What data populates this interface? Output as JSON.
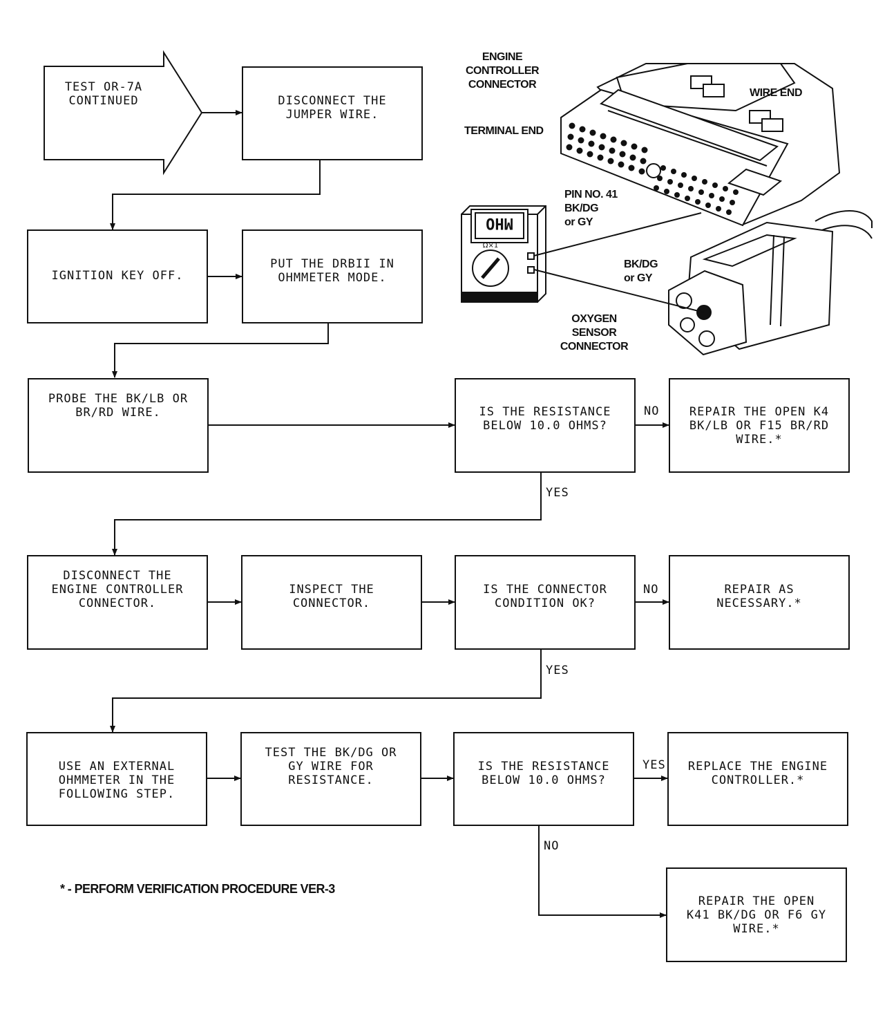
{
  "diagram": {
    "start": {
      "label": "TEST OR-7A\nCONTINUED"
    },
    "steps": {
      "disconnect_jumper": "DISCONNECT THE\nJUMPER WIRE.",
      "ignition_off": "IGNITION KEY OFF.",
      "drbii_ohmmeter": "PUT THE DRBII IN\nOHMMETER MODE.",
      "probe_wire": "PROBE THE BK/LB OR\nBR/RD WIRE.",
      "q_resistance_1": "IS THE RESISTANCE\nBELOW 10.0 OHMS?",
      "repair_open_k4": "REPAIR THE OPEN K4\nBK/LB OR F15 BR/RD\nWIRE.*",
      "disconnect_ecc": "DISCONNECT THE\nENGINE CONTROLLER\nCONNECTOR.",
      "inspect_connector": "INSPECT THE\nCONNECTOR.",
      "q_connector_ok": "IS THE CONNECTOR\nCONDITION OK?",
      "repair_as_necessary": "REPAIR AS\nNECESSARY.*",
      "use_external_ohmmeter": "USE AN EXTERNAL\nOHMMETER IN THE\nFOLLOWING STEP.",
      "test_bkdg": "TEST THE BK/DG OR\nGY WIRE FOR\nRESISTANCE.",
      "q_resistance_2": "IS THE RESISTANCE\nBELOW 10.0 OHMS?",
      "replace_controller": "REPLACE THE ENGINE\nCONTROLLER.*",
      "repair_open_k41": "REPAIR THE OPEN\nK41 BK/DG OR F6 GY\nWIRE.*"
    },
    "edge_labels": {
      "no_1": "NO",
      "yes_1": "YES",
      "no_2": "NO",
      "yes_2": "YES",
      "yes_3": "YES",
      "no_3": "NO"
    },
    "footnote": "* - PERFORM VERIFICATION PROCEDURE VER-3"
  },
  "illustration": {
    "engine_controller_connector": "ENGINE\nCONTROLLER\nCONNECTOR",
    "wire_end": "WIRE END",
    "terminal_end": "TERMINAL END",
    "pin_label": "PIN NO. 41\nBK/DG\nor GY",
    "wire_color": "BK/DG\nor GY",
    "oxygen_sensor_connector": "OXYGEN\nSENSOR\nCONNECTOR",
    "meter_display": "OHM",
    "meter_scale": "Ω×1"
  }
}
